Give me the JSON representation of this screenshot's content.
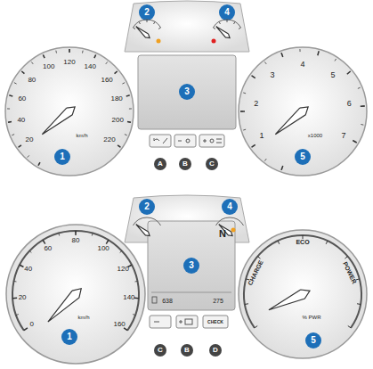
{
  "diagram": {
    "labels": [
      "20",
      "40",
      "60",
      "80",
      "100",
      "120",
      "140",
      "160",
      "180",
      "200",
      "220",
      "km/h",
      "1",
      "2",
      "3",
      "4",
      "5",
      "1",
      "2",
      "3",
      "4",
      "5",
      "6",
      "7",
      "x1000",
      "A",
      "B",
      "C",
      "0",
      "20",
      "40",
      "60",
      "80",
      "100",
      "120",
      "140",
      "160",
      "km/h",
      "1",
      "2",
      "3",
      "4",
      "5",
      "N",
      "638",
      "275",
      "CHARGE",
      "ECO",
      "POWER",
      "% PWR",
      "C",
      "B",
      "D",
      "CHECK"
    ]
  }
}
